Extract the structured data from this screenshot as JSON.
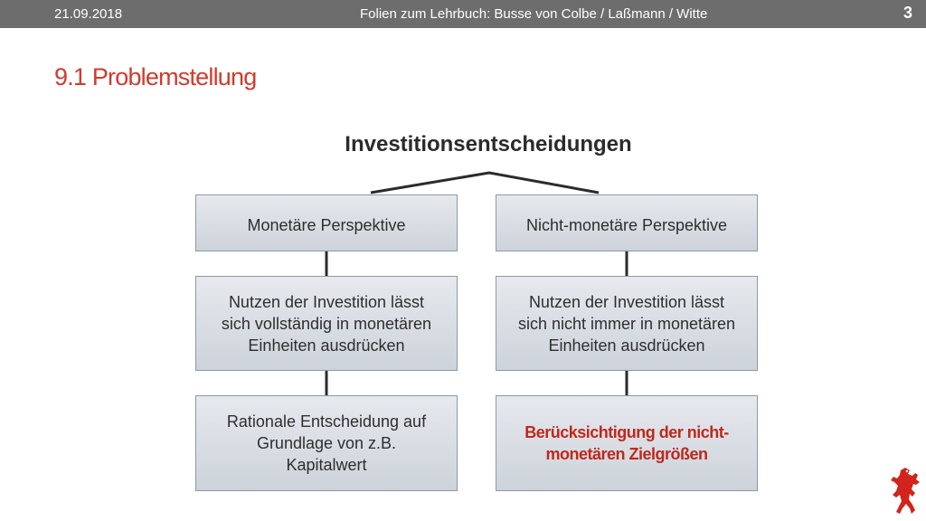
{
  "header": {
    "date": "21.09.2018",
    "footer_title": "Folien zum Lehrbuch: Busse von Colbe / Laßmann / Witte",
    "slide_number": "3"
  },
  "slide": {
    "title": "9.1 Problemstellung"
  },
  "diagram": {
    "root": "Investitionsentscheidungen",
    "left": {
      "perspective": "Monetäre Perspektive",
      "description": "Nutzen der Investition lässt\nsich vollständig in monetären\nEinheiten ausdrücken",
      "consequence": "Rationale Entscheidung auf\nGrundlage von z.B.\nKapitalwert"
    },
    "right": {
      "perspective": "Nicht-monetäre Perspektive",
      "description": "Nutzen der Investition lässt\nsich nicht immer in monetären\nEinheiten ausdrücken",
      "consequence": "Berücksichtigung der nicht-\nmonetären Zielgrößen"
    }
  },
  "colors": {
    "header_bar": "#6d6d6d",
    "title_red": "#d23a2c",
    "highlight_red": "#c0281c",
    "box_border": "#8c9aa6"
  },
  "logo": {
    "icon": "bear-crest-icon"
  }
}
